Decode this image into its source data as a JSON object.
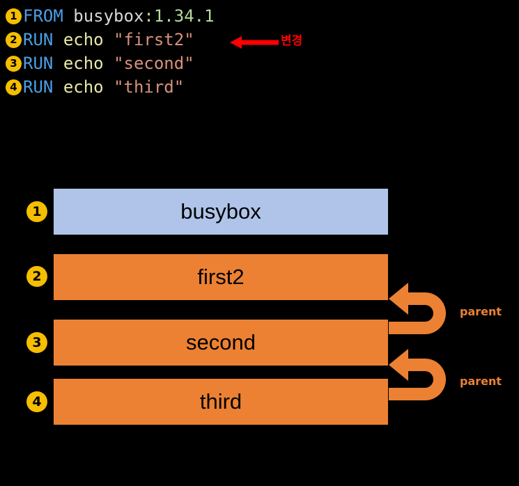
{
  "dockerfile": {
    "lines": [
      {
        "number": "1",
        "instruction": "FROM",
        "space1": " ",
        "image": "busybox",
        "colon": ":",
        "tag": "1.34.1",
        "command": "",
        "argument": ""
      },
      {
        "number": "2",
        "instruction": "RUN",
        "space1": " ",
        "image": "",
        "colon": "",
        "tag": "",
        "command": "echo",
        "argument": "\"first2\""
      },
      {
        "number": "3",
        "instruction": "RUN",
        "space1": " ",
        "image": "",
        "colon": "",
        "tag": "",
        "command": "echo",
        "argument": "\"second\""
      },
      {
        "number": "4",
        "instruction": "RUN",
        "space1": " ",
        "image": "",
        "colon": "",
        "tag": "",
        "command": "echo",
        "argument": "\"third\""
      }
    ],
    "colors": {
      "instruction": "#4A9FE8",
      "image": "#D8D8D8",
      "tag": "#B5D99C",
      "command": "#E8E8A8",
      "string": "#D9917C",
      "badge_bg": "#F5BE00"
    }
  },
  "annotation": {
    "label": "변경",
    "icon": "left-arrow-icon",
    "color": "#FF0000"
  },
  "layers": {
    "rows": [
      {
        "number": "1",
        "label": "busybox",
        "kind": "base",
        "color": "#AFC4E8"
      },
      {
        "number": "2",
        "label": "first2",
        "kind": "layer",
        "color": "#EC8133"
      },
      {
        "number": "3",
        "label": "second",
        "kind": "layer",
        "color": "#EC8133"
      },
      {
        "number": "4",
        "label": "third",
        "kind": "layer",
        "color": "#EC8133"
      }
    ],
    "parent_links": [
      {
        "label": "parent",
        "from": "second",
        "to": "first2",
        "color": "#EC8133"
      },
      {
        "label": "parent",
        "from": "third",
        "to": "second",
        "color": "#EC8133"
      }
    ]
  },
  "background_color": "#000000"
}
